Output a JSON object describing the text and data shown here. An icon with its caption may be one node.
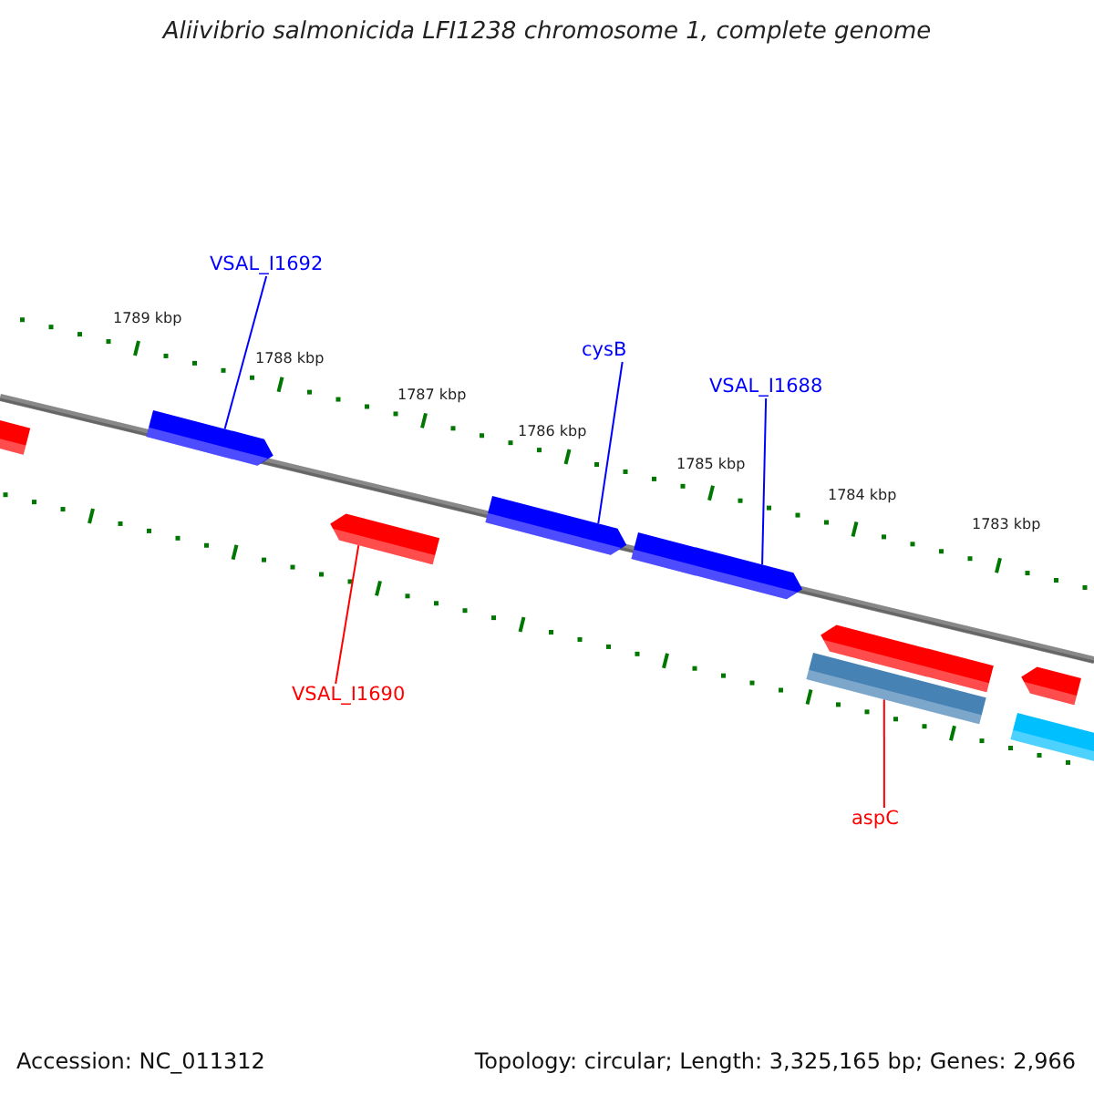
{
  "diagram": {
    "title": "Aliivibrio salmonicida LFI1238 chromosome 1, complete genome",
    "nodes": [
      {
        "text": [
          "VSAL_I1692"
        ]
      },
      {
        "text": [
          "cysB"
        ]
      },
      {
        "text": [
          "VSAL_I1688"
        ]
      },
      {
        "text": [],
        "shape": "bar"
      },
      {
        "text": [],
        "shape": "bar"
      },
      {
        "text": [],
        "shape": "bar"
      },
      {
        "text": [],
        "shape": "bar"
      },
      {
        "text": [],
        "shape": "bar"
      },
      {
        "text": [],
        "shape": "bar"
      },
      {
        "text": [],
        "shape": "bar"
      },
      {
        "text": [],
        "shape": "bar"
      },
      {
        "text": [],
        "shape": "bar"
      },
      {
        "text": [
          "VSAL_I1690"
        ]
      },
      {
        "text": [
          "aspC"
        ]
      }
    ],
    "edges": [
      {
        "from": 0,
        "to": 4,
        "arrow": "none"
      },
      {
        "from": 1,
        "to": 6,
        "arrow": "none"
      },
      {
        "from": 2,
        "to": 7,
        "arrow": "none"
      },
      {
        "from": 12,
        "to": 5,
        "arrow": "none",
        "color": "#ff0000"
      },
      {
        "from": 13,
        "to": 9,
        "arrow": "none",
        "color": "#ff0000"
      }
    ],
    "labels": [
      "1789 kbp",
      "1788 kbp",
      "1787 kbp",
      "1786 kbp",
      "1785 kbp",
      "1784 kbp",
      "1783 kbp",
      "Accession: NC_011312",
      "Topology: circular; Length: 3,325,165 bp; Genes: 2,966"
    ]
  }
}
